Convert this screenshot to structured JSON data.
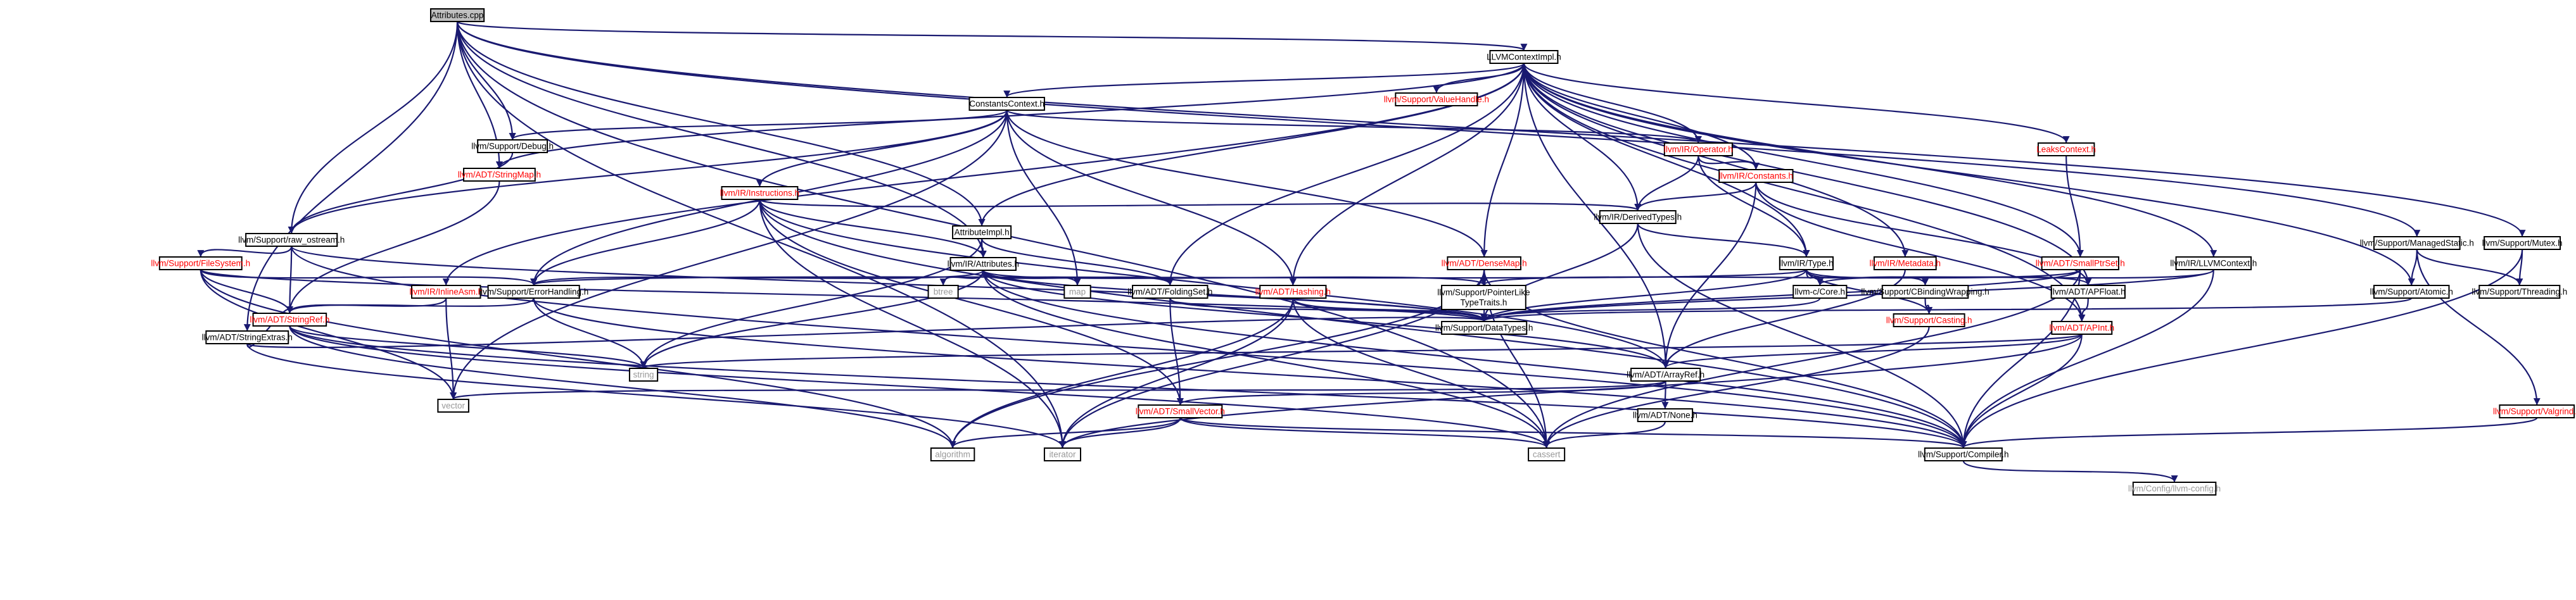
{
  "colors": {
    "edge": "#191970",
    "root_fill": "#bfbfbf",
    "node_fill": "#ffffff",
    "text_default": "#000000",
    "text_red": "#ff0000",
    "text_gray": "#999999",
    "border": "#000000"
  },
  "nodes": [
    {
      "id": "n0",
      "label": "Attributes.cpp",
      "style": "root"
    },
    {
      "id": "n1",
      "label": "LLVMContextImpl.h",
      "style": "default"
    },
    {
      "id": "n2",
      "label": "llvm/Support/Debug.h",
      "style": "default"
    },
    {
      "id": "n3",
      "label": "llvm/Support/raw_ostream.h",
      "style": "default"
    },
    {
      "id": "n4",
      "label": "llvm/ADT/StringExtras.h",
      "style": "default"
    },
    {
      "id": "n5",
      "label": "AttributeImpl.h",
      "style": "default"
    },
    {
      "id": "n6",
      "label": "llvm/IR/Attributes.h",
      "style": "default"
    },
    {
      "id": "n7",
      "label": "llvm/Support/ManagedStatic.h",
      "style": "default"
    },
    {
      "id": "n8",
      "label": "llvm/Support/Mutex.h",
      "style": "default"
    },
    {
      "id": "n9",
      "label": "ConstantsContext.h",
      "style": "default"
    },
    {
      "id": "n10",
      "label": "llvm/Support/ValueHandle.h",
      "style": "red"
    },
    {
      "id": "n11",
      "label": "llvm/ADT/StringMap.h",
      "style": "red"
    },
    {
      "id": "n12",
      "label": "llvm/IR/Operator.h",
      "style": "red"
    },
    {
      "id": "n13",
      "label": "LeaksContext.h",
      "style": "red"
    },
    {
      "id": "n14",
      "label": "llvm/IR/Constants.h",
      "style": "red"
    },
    {
      "id": "n15",
      "label": "llvm/IR/Instructions.h",
      "style": "red"
    },
    {
      "id": "n16",
      "label": "llvm/IR/DerivedTypes.h",
      "style": "default"
    },
    {
      "id": "n17",
      "label": "llvm/Support/FileSystem.h",
      "style": "red"
    },
    {
      "id": "n18",
      "label": "llvm/IR/Type.h",
      "style": "default"
    },
    {
      "id": "n19",
      "label": "llvm/IR/Metadata.h",
      "style": "red"
    },
    {
      "id": "n20",
      "label": "llvm/ADT/SmallPtrSet.h",
      "style": "red"
    },
    {
      "id": "n21",
      "label": "llvm/IR/LLVMContext.h",
      "style": "default"
    },
    {
      "id": "n22",
      "label": "llvm/ADT/DenseMap.h",
      "style": "red"
    },
    {
      "id": "n23",
      "label": "llvm/ADT/Hashing.h",
      "style": "red"
    },
    {
      "id": "n24",
      "label": "llvm/IR/InlineAsm.h",
      "style": "red"
    },
    {
      "id": "n25",
      "label": "llvm/Support/ErrorHandling.h",
      "style": "default"
    },
    {
      "id": "n26",
      "label": "llvm/ADT/FoldingSet.h",
      "style": "default"
    },
    {
      "id": "n27",
      "label": "llvm/Support/PointerLike\nTypeTraits.h",
      "style": "default"
    },
    {
      "id": "n28",
      "label": "llvm-c/Core.h",
      "style": "default"
    },
    {
      "id": "n29",
      "label": "llvm/Support/CBindingWrapping.h",
      "style": "default"
    },
    {
      "id": "n30",
      "label": "llvm/ADT/APFloat.h",
      "style": "default"
    },
    {
      "id": "n31",
      "label": "llvm/Support/Atomic.h",
      "style": "default"
    },
    {
      "id": "n32",
      "label": "llvm/Support/Threading.h",
      "style": "default"
    },
    {
      "id": "n33",
      "label": "llvm/ADT/StringRef.h",
      "style": "red"
    },
    {
      "id": "n34",
      "label": "llvm/Support/DataTypes.h",
      "style": "default"
    },
    {
      "id": "n35",
      "label": "llvm/Support/Casting.h",
      "style": "red"
    },
    {
      "id": "n36",
      "label": "llvm/ADT/APInt.h",
      "style": "red"
    },
    {
      "id": "n37",
      "label": "btree",
      "style": "gray"
    },
    {
      "id": "n38",
      "label": "map",
      "style": "gray"
    },
    {
      "id": "n39",
      "label": "string",
      "style": "gray"
    },
    {
      "id": "n40",
      "label": "llvm/ADT/ArrayRef.h",
      "style": "default"
    },
    {
      "id": "n41",
      "label": "vector",
      "style": "gray"
    },
    {
      "id": "n42",
      "label": "llvm/ADT/SmallVector.h",
      "style": "red"
    },
    {
      "id": "n43",
      "label": "llvm/ADT/None.h",
      "style": "default"
    },
    {
      "id": "n44",
      "label": "llvm/Support/Valgrind.h",
      "style": "red"
    },
    {
      "id": "n45",
      "label": "algorithm",
      "style": "gray"
    },
    {
      "id": "n46",
      "label": "iterator",
      "style": "gray"
    },
    {
      "id": "n47",
      "label": "cassert",
      "style": "gray"
    },
    {
      "id": "n48",
      "label": "llvm/Support/Compiler.h",
      "style": "default"
    },
    {
      "id": "n49",
      "label": "llvm/Config/llvm-config.h",
      "style": "gray"
    }
  ],
  "edges": [
    [
      "n0",
      "n1"
    ],
    [
      "n0",
      "n2"
    ],
    [
      "n0",
      "n3"
    ],
    [
      "n0",
      "n4"
    ],
    [
      "n0",
      "n5"
    ],
    [
      "n0",
      "n6"
    ],
    [
      "n0",
      "n7"
    ],
    [
      "n0",
      "n8"
    ],
    [
      "n0",
      "n11"
    ],
    [
      "n0",
      "n47"
    ],
    [
      "n0",
      "n46"
    ],
    [
      "n1",
      "n9"
    ],
    [
      "n1",
      "n10"
    ],
    [
      "n1",
      "n11"
    ],
    [
      "n1",
      "n12"
    ],
    [
      "n1",
      "n13"
    ],
    [
      "n1",
      "n14"
    ],
    [
      "n1",
      "n16"
    ],
    [
      "n1",
      "n18"
    ],
    [
      "n1",
      "n19"
    ],
    [
      "n1",
      "n20"
    ],
    [
      "n1",
      "n21"
    ],
    [
      "n1",
      "n22"
    ],
    [
      "n1",
      "n23"
    ],
    [
      "n1",
      "n24"
    ],
    [
      "n1",
      "n26"
    ],
    [
      "n1",
      "n30"
    ],
    [
      "n1",
      "n36"
    ],
    [
      "n1",
      "n40"
    ],
    [
      "n1",
      "n5"
    ],
    [
      "n1",
      "n31"
    ],
    [
      "n2",
      "n3"
    ],
    [
      "n3",
      "n17"
    ],
    [
      "n3",
      "n33"
    ],
    [
      "n3",
      "n34"
    ],
    [
      "n3",
      "n48"
    ],
    [
      "n4",
      "n33"
    ],
    [
      "n4",
      "n34"
    ],
    [
      "n4",
      "n46"
    ],
    [
      "n5",
      "n6"
    ],
    [
      "n5",
      "n26"
    ],
    [
      "n5",
      "n39"
    ],
    [
      "n6",
      "n25"
    ],
    [
      "n6",
      "n26"
    ],
    [
      "n6",
      "n27"
    ],
    [
      "n6",
      "n34"
    ],
    [
      "n6",
      "n37"
    ],
    [
      "n6",
      "n38"
    ],
    [
      "n6",
      "n39"
    ],
    [
      "n6",
      "n40"
    ],
    [
      "n6",
      "n47"
    ],
    [
      "n6",
      "n48"
    ],
    [
      "n7",
      "n31"
    ],
    [
      "n7",
      "n32"
    ],
    [
      "n7",
      "n44"
    ],
    [
      "n8",
      "n32"
    ],
    [
      "n8",
      "n48"
    ],
    [
      "n9",
      "n2"
    ],
    [
      "n9",
      "n3"
    ],
    [
      "n9",
      "n12"
    ],
    [
      "n9",
      "n15"
    ],
    [
      "n9",
      "n22"
    ],
    [
      "n9",
      "n23"
    ],
    [
      "n9",
      "n25"
    ],
    [
      "n9",
      "n38"
    ],
    [
      "n9",
      "n41"
    ],
    [
      "n11",
      "n33"
    ],
    [
      "n12",
      "n14"
    ],
    [
      "n12",
      "n16"
    ],
    [
      "n12",
      "n18"
    ],
    [
      "n13",
      "n20"
    ],
    [
      "n14",
      "n16"
    ],
    [
      "n14",
      "n30"
    ],
    [
      "n14",
      "n36"
    ],
    [
      "n14",
      "n40"
    ],
    [
      "n15",
      "n6"
    ],
    [
      "n15",
      "n16"
    ],
    [
      "n15",
      "n25"
    ],
    [
      "n15",
      "n40"
    ],
    [
      "n15",
      "n42"
    ],
    [
      "n15",
      "n46"
    ],
    [
      "n15",
      "n48"
    ],
    [
      "n16",
      "n18"
    ],
    [
      "n16",
      "n34"
    ],
    [
      "n16",
      "n48"
    ],
    [
      "n17",
      "n25"
    ],
    [
      "n17",
      "n33"
    ],
    [
      "n17",
      "n34"
    ],
    [
      "n17",
      "n41"
    ],
    [
      "n17",
      "n45"
    ],
    [
      "n18",
      "n25"
    ],
    [
      "n18",
      "n28"
    ],
    [
      "n18",
      "n29"
    ],
    [
      "n18",
      "n30"
    ],
    [
      "n18",
      "n34"
    ],
    [
      "n18",
      "n35"
    ],
    [
      "n19",
      "n40"
    ],
    [
      "n20",
      "n27"
    ],
    [
      "n20",
      "n34"
    ],
    [
      "n20",
      "n47"
    ],
    [
      "n20",
      "n48"
    ],
    [
      "n21",
      "n28"
    ],
    [
      "n21",
      "n34"
    ],
    [
      "n21",
      "n48"
    ],
    [
      "n22",
      "n27"
    ],
    [
      "n22",
      "n34"
    ],
    [
      "n22",
      "n45"
    ],
    [
      "n22",
      "n46"
    ],
    [
      "n22",
      "n47"
    ],
    [
      "n22",
      "n48"
    ],
    [
      "n23",
      "n34"
    ],
    [
      "n23",
      "n45"
    ],
    [
      "n23",
      "n46"
    ],
    [
      "n23",
      "n47"
    ],
    [
      "n24",
      "n33"
    ],
    [
      "n24",
      "n41"
    ],
    [
      "n25",
      "n33"
    ],
    [
      "n25",
      "n39"
    ],
    [
      "n25",
      "n48"
    ],
    [
      "n26",
      "n34"
    ],
    [
      "n26",
      "n42"
    ],
    [
      "n28",
      "n34"
    ],
    [
      "n29",
      "n35"
    ],
    [
      "n30",
      "n36"
    ],
    [
      "n31",
      "n34"
    ],
    [
      "n33",
      "n39"
    ],
    [
      "n33",
      "n45"
    ],
    [
      "n33",
      "n47"
    ],
    [
      "n33",
      "n48"
    ],
    [
      "n35",
      "n47"
    ],
    [
      "n36",
      "n39"
    ],
    [
      "n36",
      "n40"
    ],
    [
      "n36",
      "n46"
    ],
    [
      "n36",
      "n48"
    ],
    [
      "n40",
      "n41"
    ],
    [
      "n40",
      "n42"
    ],
    [
      "n40",
      "n43"
    ],
    [
      "n42",
      "n45"
    ],
    [
      "n42",
      "n46"
    ],
    [
      "n42",
      "n47"
    ],
    [
      "n42",
      "n48"
    ],
    [
      "n43",
      "n47"
    ],
    [
      "n44",
      "n48"
    ],
    [
      "n48",
      "n49"
    ]
  ]
}
